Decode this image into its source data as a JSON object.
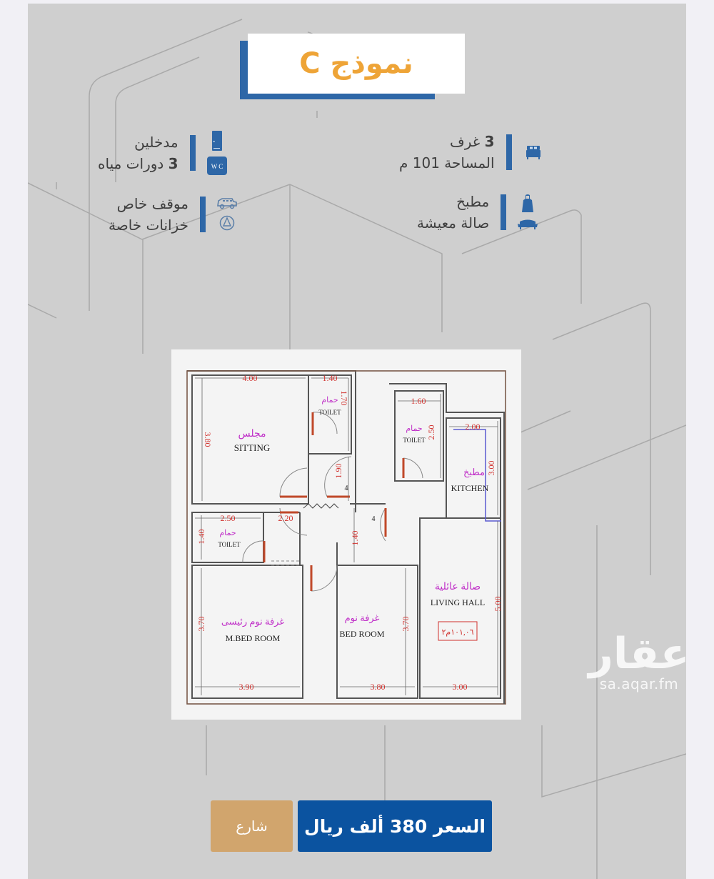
{
  "header": {
    "title": "نموذج C"
  },
  "features": {
    "right": [
      {
        "icons": [
          "bed-icon"
        ],
        "lines": [
          {
            "bold": "3",
            "text": " غرف"
          },
          {
            "bold": "",
            "text": "المساحة 101 م"
          }
        ]
      },
      {
        "icons": [
          "apron-icon",
          "sofa-icon"
        ],
        "lines": [
          {
            "bold": "",
            "text": "مطبخ"
          },
          {
            "bold": "",
            "text": "صالة معيشة"
          }
        ]
      }
    ],
    "left": [
      {
        "icons": [
          "door-icon",
          "wc-icon"
        ],
        "lines": [
          {
            "bold": "",
            "text": "مدخلين"
          },
          {
            "bold": "3",
            "text": " دورات مياه"
          }
        ]
      },
      {
        "icons": [
          "car-icon",
          "water-tank-icon"
        ],
        "lines": [
          {
            "bold": "",
            "text": "موقف خاص"
          },
          {
            "bold": "",
            "text": "خزانات خاصة"
          }
        ]
      }
    ]
  },
  "floor_plan": {
    "rooms": {
      "sitting": {
        "ar": "مجلس",
        "en": "SITTING"
      },
      "toilet_top": {
        "ar": "حمام",
        "en": "TOILET"
      },
      "toilet_mid": {
        "ar": "حمام",
        "en": "TOILET"
      },
      "toilet_left": {
        "ar": "حمام",
        "en": "TOILET"
      },
      "kitchen": {
        "ar": "مطبخ",
        "en": "KITCHEN"
      },
      "master_bed": {
        "ar": "غرفة نوم رئيسى",
        "en": "M.BED  ROOM"
      },
      "bed": {
        "ar": "غرفة نوم",
        "en": "BED  ROOM"
      },
      "living": {
        "ar": "صالة عائلية",
        "en": "LIVING  HALL"
      }
    },
    "area_label": "١٠١,٠٦م٢",
    "dimensions": {
      "sitting_w": "4.00",
      "sitting_h": "3.80",
      "toilet_top_w": "1.40",
      "toilet_top_h": "1.70",
      "corridor_h": "1.90",
      "toilet_mid_w": "1.60",
      "toilet_mid_h": "2.50",
      "kitchen_w": "2.00",
      "kitchen_h": "3.00",
      "toilet_left_w": "2.50",
      "toilet_left_h": "1.40",
      "corridor2_h": "1.40",
      "hall_small": "2.20",
      "master_bed_w": "3.90",
      "master_bed_h": "3.70",
      "bed_w": "3.80",
      "bed_h": "3.70",
      "living_w": "3.00",
      "living_h": "5.00"
    },
    "stair_marks": [
      "4",
      "4"
    ]
  },
  "watermark": {
    "brand": "عقار",
    "url": "sa.aqar.fm"
  },
  "footer": {
    "street_label": "شارع",
    "price_label": "السعر 380 ألف ريال"
  },
  "colors": {
    "accent_blue": "#2e67a7",
    "title_orange": "#eea437",
    "price_blue": "#0b53a0",
    "street_tan": "#d1a56d",
    "panel_gray": "#cfcfcf"
  }
}
